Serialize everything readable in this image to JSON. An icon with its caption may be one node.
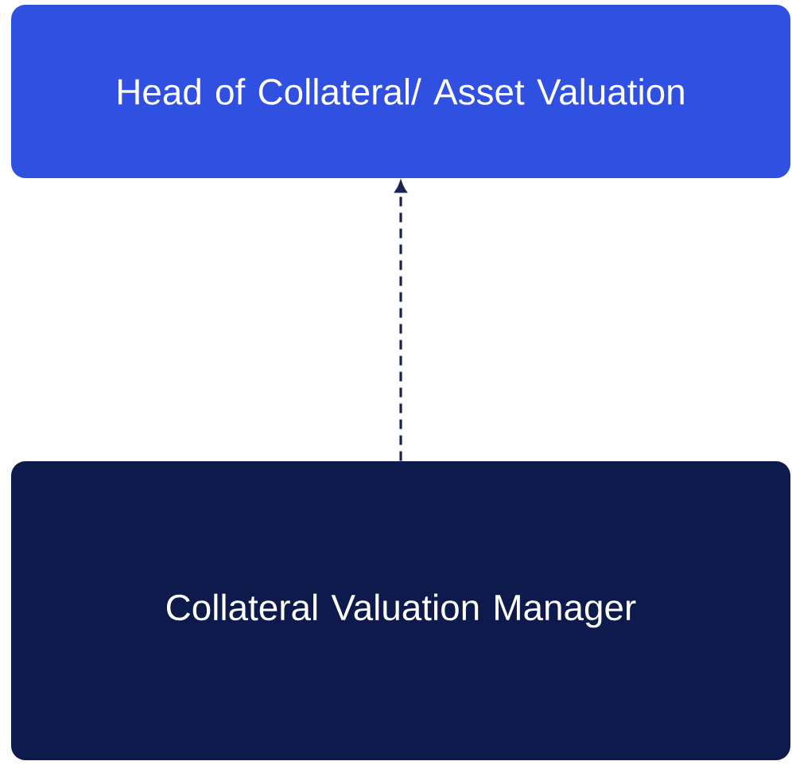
{
  "diagram": {
    "nodes": [
      {
        "text": [
          "Head of Collateral/ Asset Valuation"
        ]
      },
      {
        "text": [
          "Collateral Valuation Manager"
        ]
      }
    ],
    "edges": [
      {
        "from": 1,
        "to": 0,
        "arrow": "to",
        "style": "dashed"
      }
    ]
  }
}
